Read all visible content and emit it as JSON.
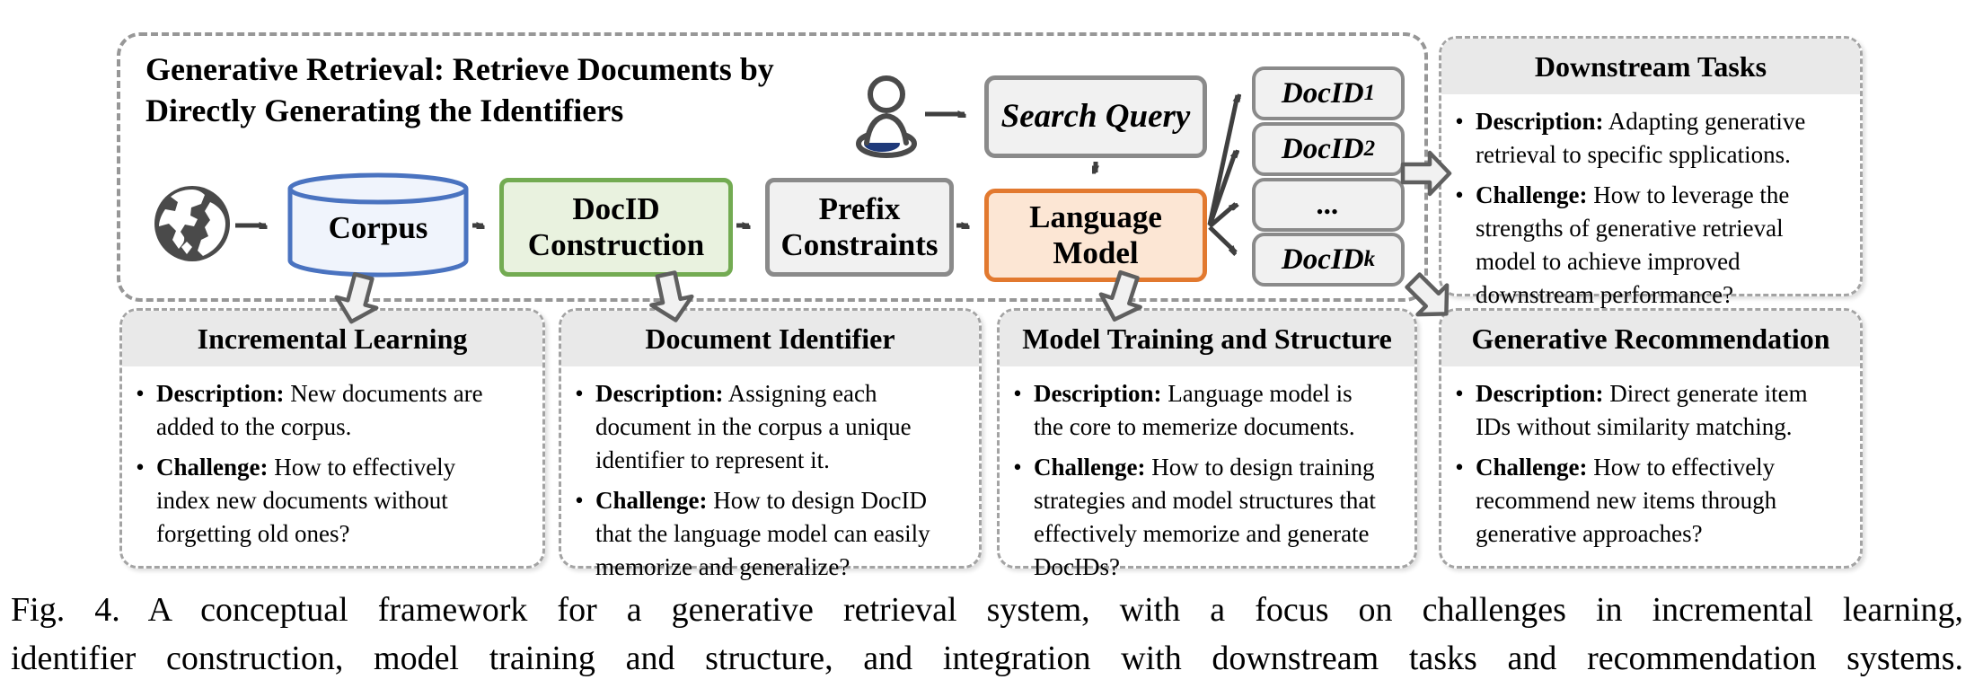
{
  "figure": {
    "main_title": "Generative Retrieval: Retrieve Documents by\nDirectly Generating the Identifiers",
    "nodes": {
      "corpus": "Corpus",
      "docid_construction": "DocID\nConstruction",
      "prefix_constraints": "Prefix\nConstraints",
      "search_query": "Search Query",
      "language_model": "Language\nModel"
    },
    "outputs": [
      {
        "base": "DocID",
        "sub": "1"
      },
      {
        "base": "DocID",
        "sub": "2"
      },
      {
        "base": "...",
        "sub": ""
      },
      {
        "base": "DocID",
        "sub": "k"
      }
    ]
  },
  "panels": {
    "downstream": {
      "title": "Downstream Tasks",
      "description_label": "Description:",
      "description": "Adapting generative\nretrieval to specific spplications.",
      "challenge_label": "Challenge:",
      "challenge": "How to leverage the\nstrengths of generative retrieval\nmodel to achieve improved\ndownstream performance?"
    },
    "incremental": {
      "title": "Incremental Learning",
      "description_label": "Description:",
      "description": "New documents are\nadded to the corpus.",
      "challenge_label": "Challenge:",
      "challenge": "How to effectively\nindex new documents without\nforgetting old ones?"
    },
    "identifier": {
      "title": "Document Identifier",
      "description_label": "Description:",
      "description": "Assigning each\ndocument in the corpus a unique\nidentifier to represent it.",
      "challenge_label": "Challenge:",
      "challenge": "How to design DocID\nthat the language model can easily\nmemorize and generalize?"
    },
    "training": {
      "title": "Model Training and Structure",
      "description_label": "Description:",
      "description": "Language model is\nthe core to memerize documents.",
      "challenge_label": "Challenge:",
      "challenge": "How to design training\nstrategies and model structures that\neffectively memorize and generate\nDocIDs?"
    },
    "recommendation": {
      "title": "Generative Recommendation",
      "description_label": "Description:",
      "description": "Direct generate item\nIDs without similarity matching.",
      "challenge_label": "Challenge:",
      "challenge": "How to effectively\nrecommend new items through\ngenerative approaches?"
    }
  },
  "caption": "Fig. 4. A conceptual framework for a generative retrieval system, with a focus on challenges in incremental learning,\nidentifier construction, model training and structure, and integration with downstream tasks and recommendation systems.",
  "colors": {
    "corpus_fill": "#f0f4fc",
    "corpus_border": "#4a73c0",
    "docid_fill": "#e9f2df",
    "docid_border": "#73ab52",
    "gray_fill": "#f1f1f1",
    "gray_border": "#8a8a8a",
    "lm_fill": "#fce6d4",
    "lm_border": "#e2792f",
    "arrow": "#3f3f3f",
    "panel_header_bg": "#e9e9e9",
    "person_navy": "#1f3a7a",
    "globe_dark": "#4a4a4a"
  }
}
